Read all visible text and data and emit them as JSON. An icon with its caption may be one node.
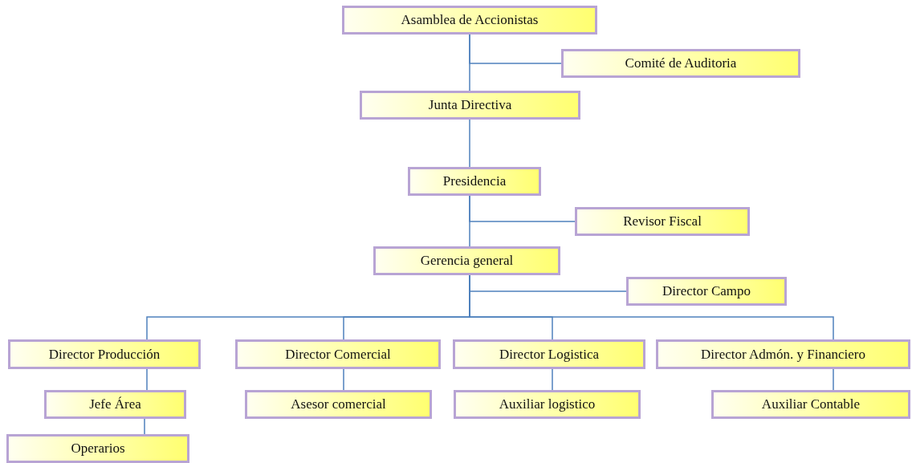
{
  "diagram": {
    "nodes": [
      {
        "text": [
          "Asamblea de Accionistas"
        ]
      },
      {
        "text": [
          "Comité de Auditoria"
        ]
      },
      {
        "text": [
          "Junta Directiva"
        ]
      },
      {
        "text": [
          "Presidencia"
        ]
      },
      {
        "text": [
          "Revisor Fiscal"
        ]
      },
      {
        "text": [
          "Gerencia general"
        ]
      },
      {
        "text": [
          "Director Campo"
        ]
      },
      {
        "text": [
          "Director Producción"
        ]
      },
      {
        "text": [
          "Director Comercial"
        ]
      },
      {
        "text": [
          "Director Logistica"
        ]
      },
      {
        "text": [
          "Director Admón. y Financiero"
        ]
      },
      {
        "text": [
          "Jefe Área"
        ]
      },
      {
        "text": [
          "Asesor comercial"
        ]
      },
      {
        "text": [
          "Auxiliar logistico"
        ]
      },
      {
        "text": [
          "Auxiliar Contable"
        ]
      },
      {
        "text": [
          "Operarios"
        ]
      }
    ],
    "edges": [
      {
        "from": 0,
        "to": 1,
        "arrow": "none"
      },
      {
        "from": 0,
        "to": 2,
        "arrow": "none"
      },
      {
        "from": 2,
        "to": 3,
        "arrow": "none"
      },
      {
        "from": 3,
        "to": 4,
        "arrow": "none"
      },
      {
        "from": 3,
        "to": 5,
        "arrow": "none"
      },
      {
        "from": 5,
        "to": 6,
        "arrow": "none"
      },
      {
        "from": 5,
        "to": 7,
        "arrow": "none"
      },
      {
        "from": 5,
        "to": 8,
        "arrow": "none"
      },
      {
        "from": 5,
        "to": 9,
        "arrow": "none"
      },
      {
        "from": 5,
        "to": 10,
        "arrow": "none"
      },
      {
        "from": 7,
        "to": 11,
        "arrow": "none"
      },
      {
        "from": 11,
        "to": 15,
        "arrow": "none"
      },
      {
        "from": 8,
        "to": 12,
        "arrow": "none"
      },
      {
        "from": 9,
        "to": 13,
        "arrow": "none"
      },
      {
        "from": 10,
        "to": 14,
        "arrow": "none"
      }
    ]
  }
}
